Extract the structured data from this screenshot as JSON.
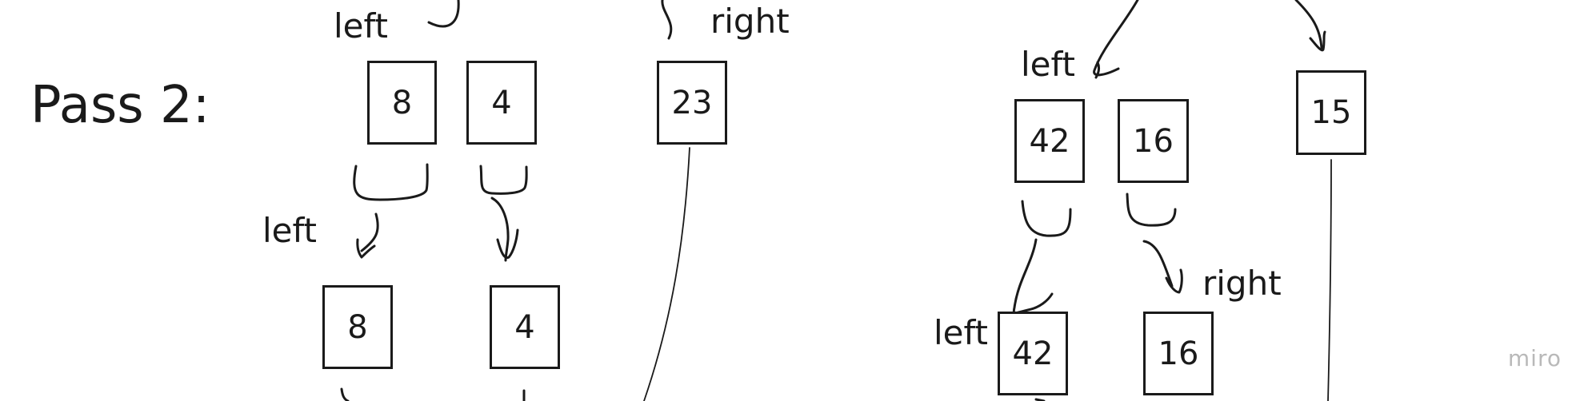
{
  "title": "Pass 2:",
  "labels": {
    "l1": "left",
    "l2": "right",
    "l3": "left",
    "l4": "left",
    "l5": "right",
    "l6": "left"
  },
  "boxes": {
    "b1": "8",
    "b2": "4",
    "b3": "23",
    "b4": "8",
    "b5": "4",
    "b6": "42",
    "b7": "16",
    "b8": "15",
    "b9": "42",
    "b10": "16"
  },
  "watermark": "miro"
}
